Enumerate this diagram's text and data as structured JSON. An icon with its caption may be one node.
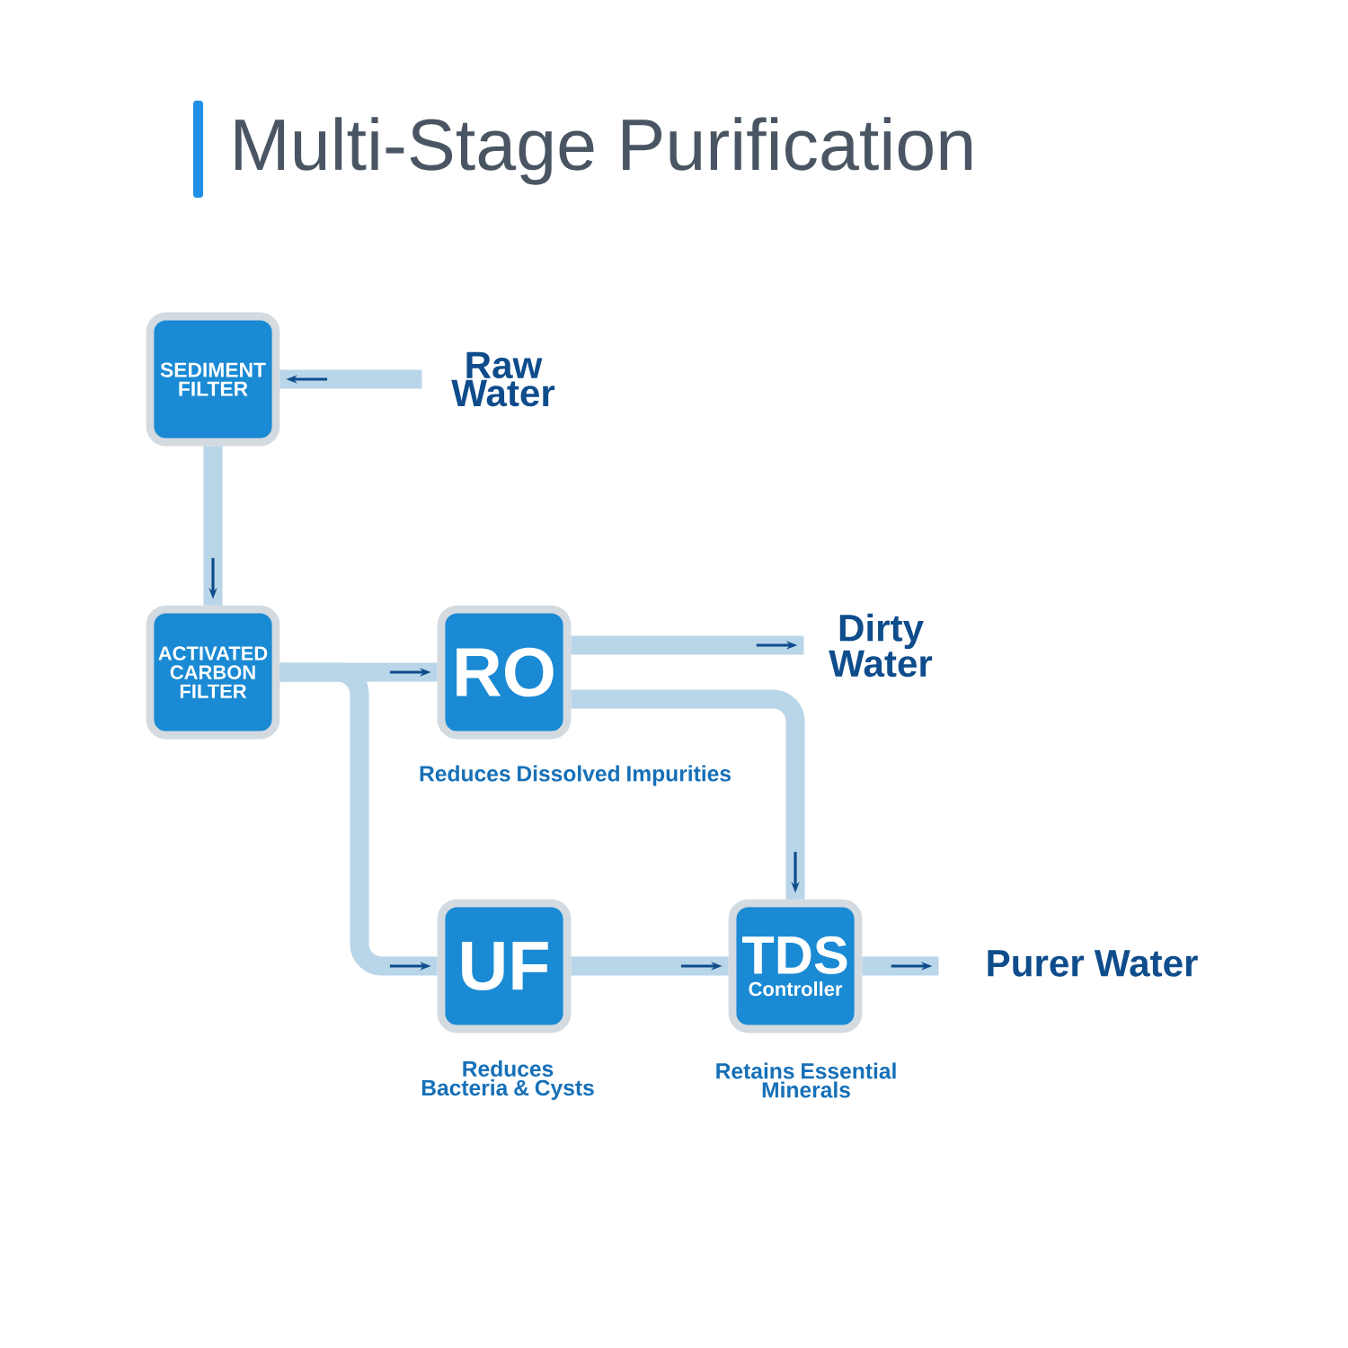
{
  "diagram": {
    "title": "Multi-Stage Purification",
    "nodes": [
      {
        "text": [
          "SEDIMENT FILTER"
        ]
      },
      {
        "text": [
          "Raw Water"
        ]
      },
      {
        "text": [
          "ACTIVATED CARBON FILTER"
        ]
      },
      {
        "text": [
          "RO"
        ],
        "beside": [
          "Reduces Dissolved Impurities"
        ]
      },
      {
        "text": [
          "Dirty Water"
        ]
      },
      {
        "text": [
          "UF"
        ],
        "beside": [
          "Reduces Bacteria & Cysts"
        ]
      },
      {
        "text": [
          "TDS",
          "Controller"
        ],
        "beside": [
          "Retains Essential Minerals"
        ]
      },
      {
        "text": [
          "Purer Water"
        ]
      }
    ],
    "edges": [
      {
        "from": 1,
        "to": 0,
        "arrow": "to"
      },
      {
        "from": 0,
        "to": 2,
        "arrow": "to"
      },
      {
        "from": 2,
        "to": 3,
        "arrow": "to"
      },
      {
        "from": 2,
        "to": 5,
        "arrow": "to"
      },
      {
        "from": 3,
        "to": 4,
        "arrow": "to"
      },
      {
        "from": 3,
        "to": 6,
        "arrow": "to"
      },
      {
        "from": 5,
        "to": 6,
        "arrow": "to"
      },
      {
        "from": 6,
        "to": 7,
        "arrow": "to"
      }
    ]
  }
}
